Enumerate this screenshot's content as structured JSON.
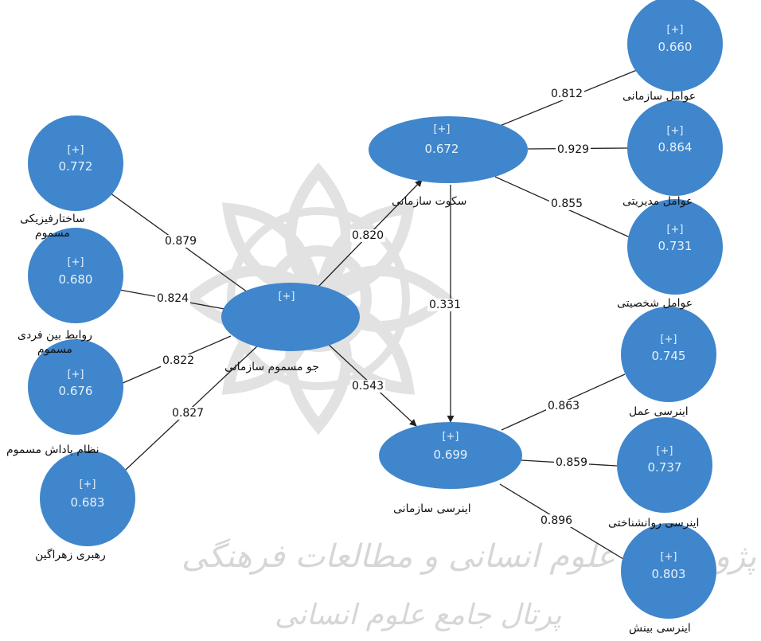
{
  "colors": {
    "node_fill": "#3f86cc",
    "node_text": "#e8f1fa",
    "edge": "#222222",
    "watermark": "#d6d6d6"
  },
  "nodes": {
    "jav": {
      "badge": "[+]",
      "value": "",
      "label": "جو مسموم سازمانی"
    },
    "sokut": {
      "badge": "[+]",
      "value": "0.672",
      "label": "سکوت سازمانی"
    },
    "inarsi": {
      "badge": "[+]",
      "value": "0.699",
      "label": "اینرسی سازمانی"
    },
    "sakhtar": {
      "badge": "[+]",
      "value": "0.772",
      "label": "ساختارفیزیکی\nمسموم"
    },
    "ravabet": {
      "badge": "[+]",
      "value": "0.680",
      "label": "روابط بین فردی\nمسموم"
    },
    "nezam": {
      "badge": "[+]",
      "value": "0.676",
      "label": "نظام پاداش مسموم"
    },
    "rahbari": {
      "badge": "[+]",
      "value": "0.683",
      "label": "رهبری زهراگین"
    },
    "avamel_sazmani": {
      "badge": "[+]",
      "value": "0.660",
      "label": "عوامل سازمانی"
    },
    "avamel_modiriyati": {
      "badge": "[+]",
      "value": "0.864",
      "label": "عوامل مدیریتی"
    },
    "avamel_shakhsiyati": {
      "badge": "[+]",
      "value": "0.731",
      "label": "عوامل شخصیتی"
    },
    "inarsi_amal": {
      "badge": "[+]",
      "value": "0.745",
      "label": "اینرسی عمل"
    },
    "inarsi_ravanshenakhti": {
      "badge": "[+]",
      "value": "0.737",
      "label": "اینرسی روانشناختی"
    },
    "inarsi_binesh": {
      "badge": "[+]",
      "value": "0.803",
      "label": "اینرسی بینش"
    }
  },
  "edges": {
    "sakhtar_jav": "0.879",
    "ravabet_jav": "0.824",
    "nezam_jav": "0.822",
    "rahbari_jav": "0.827",
    "jav_sokut": "0.820",
    "jav_inarsi": "0.543",
    "sokut_inarsi": "0.331",
    "sokut_sazmani": "0.812",
    "sokut_modiriyati": "0.929",
    "sokut_shakhsiyati": "0.855",
    "inarsi_amal": "0.863",
    "inarsi_ravanshenakhti": "0.859",
    "inarsi_binesh": "0.896"
  },
  "watermark": {
    "line1": "پژوهشگاه علوم انسانی و مطالعات فرهنگی",
    "line2": "پرتال جامع علوم انسانی"
  }
}
